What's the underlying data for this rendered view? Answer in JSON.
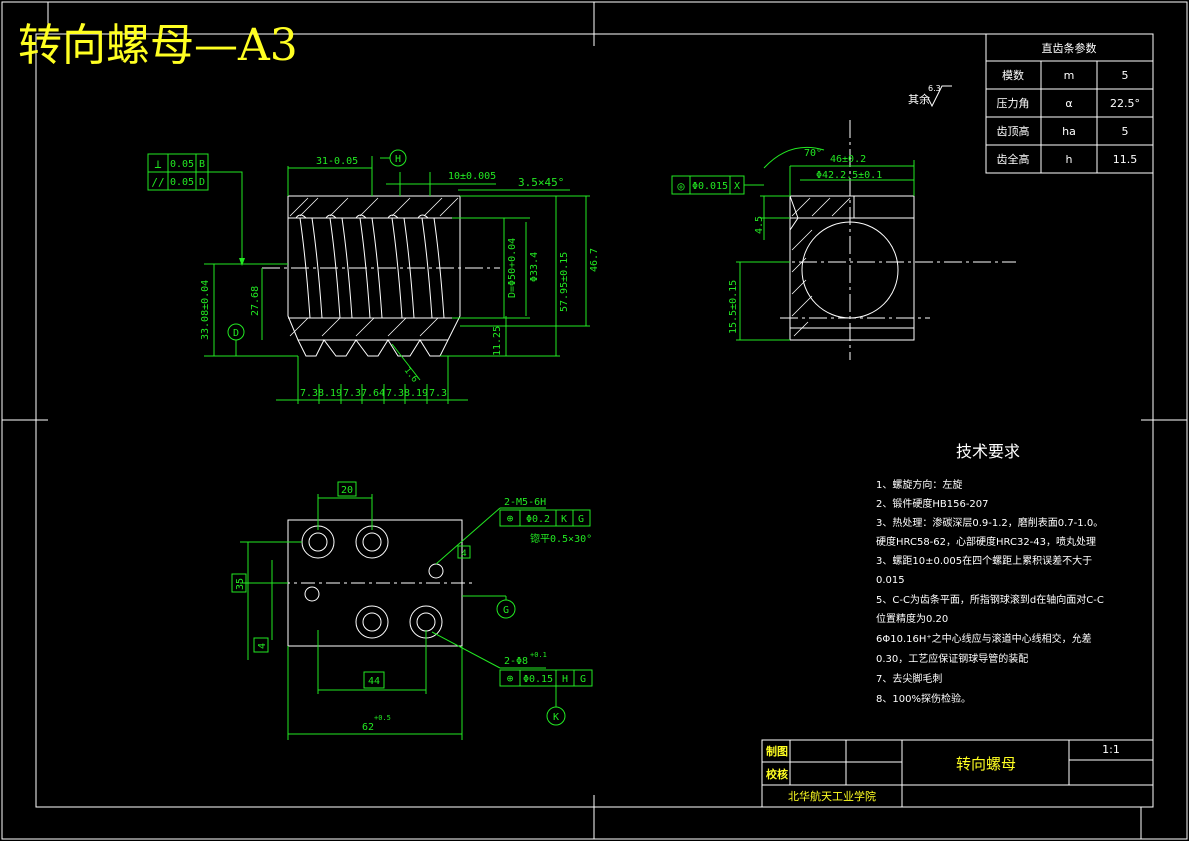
{
  "title": "转向螺母—A3",
  "gear_table": {
    "header": "直齿条参数",
    "rows": [
      {
        "name": "模数",
        "symbol": "m",
        "value": "5"
      },
      {
        "name": "压力角",
        "symbol": "α",
        "value": "22.5°"
      },
      {
        "name": "齿顶高",
        "symbol": "ha",
        "value": "5"
      },
      {
        "name": "齿全高",
        "symbol": "h",
        "value": "11.5"
      }
    ]
  },
  "surface_note": {
    "label": "其余",
    "value": "6.3"
  },
  "front_view": {
    "tol1": [
      "⊥",
      "0.05",
      "B"
    ],
    "tol2": [
      "//",
      "0.05",
      "D"
    ],
    "datum_h": "H",
    "datum_d": "D",
    "dims": {
      "top_len": "31-0.05",
      "pitch": "10±0.005",
      "chamfer": "3.5×45°",
      "d_thread": "D=Φ50+0.04",
      "d_bore": "Φ33.4",
      "h1": "57.95±0.15",
      "h2": "46.7",
      "left1": "33.08±0.04",
      "left2": "27.68",
      "depth": "11.25",
      "r": "1.6",
      "bottom": [
        "7.3",
        "8.19",
        "7.3",
        "7.64",
        "7.3",
        "8.19",
        "7.3"
      ]
    }
  },
  "side_view": {
    "tol": [
      "◎",
      "Φ0.015",
      "X"
    ],
    "angle": "70°",
    "top": "46±0.2",
    "dim2": "Φ42.2.5±0.1",
    "left_a": "4.5",
    "left_b": "15.5±0.15"
  },
  "top_view": {
    "d20": "20",
    "d35": "35",
    "d4": "4",
    "d44": "44",
    "d62": "62",
    "d62sup": "+0.5",
    "hole1": "2-M5-6H",
    "hole1_tol": [
      "⊕",
      "Φ0.2",
      "K",
      "G"
    ],
    "hole1_note": "锪平0.5×30°",
    "hole2": "2-Φ8",
    "hole2_sup": "+0.1",
    "hole2_tol": [
      "⊕",
      "Φ0.15",
      "H",
      "G"
    ],
    "datum_g": "G",
    "datum_k": "K",
    "small_f": "4"
  },
  "tech": {
    "heading": "技术要求",
    "lines": [
      "1、螺旋方向：左旋",
      "2、锻件硬度HB156-207",
      "3、热处理：渗碳深层0.9-1.2，磨削表面0.7-1.0。",
      "硬度HRC58-62，心部硬度HRC32-43，喷丸处理",
      "3、螺距10±0.005在四个螺距上累积误差不大于",
      "0.015",
      "5、C-C为齿条平面，所指钢球滚到d在轴向面对C-C",
      "位置精度为0.20",
      "6Φ10.16H⁺之中心线应与滚道中心线相交，允差",
      "0.30，工艺应保证钢球导管的装配",
      "7、去尖脚毛刺",
      "8、100%探伤检验。"
    ]
  },
  "title_block": {
    "draw": "制图",
    "check": "校核",
    "part": "转向螺母",
    "scale": "1:1",
    "school": "北华航天工业学院"
  }
}
